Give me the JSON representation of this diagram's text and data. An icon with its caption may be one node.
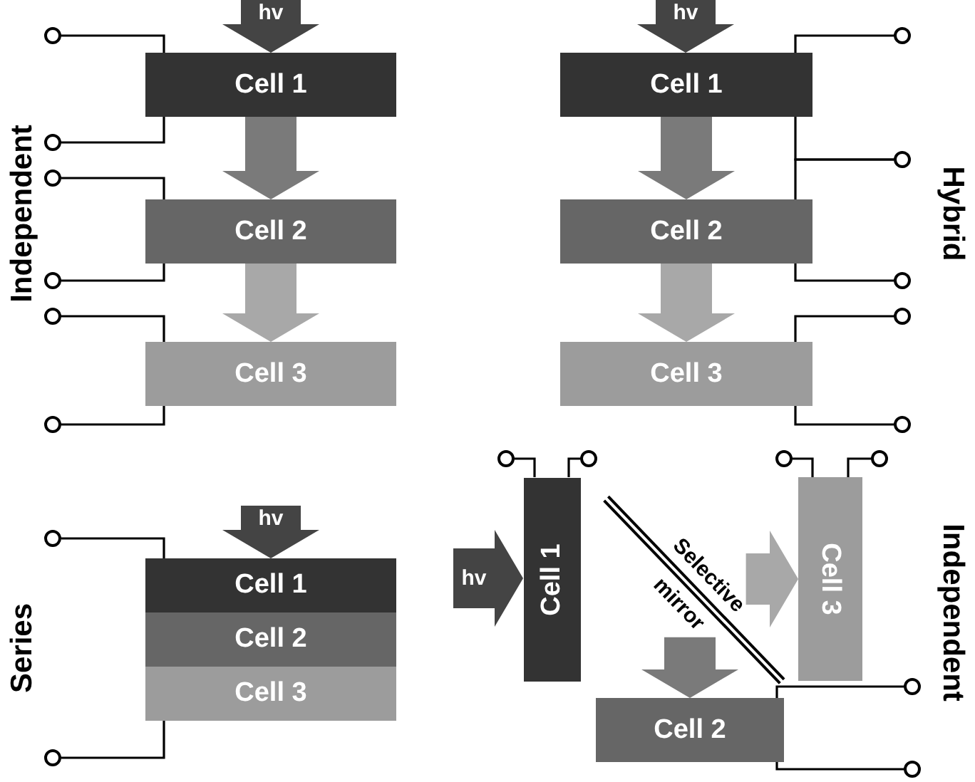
{
  "diagram": {
    "nodes": [
      {
        "text": [
          "Cell 1"
        ]
      },
      {
        "text": [
          "Cell 2"
        ]
      },
      {
        "text": [
          "Cell 3"
        ]
      },
      {
        "text": [],
        "shape": "circle"
      },
      {
        "text": [],
        "shape": "circle"
      },
      {
        "text": [],
        "shape": "circle"
      },
      {
        "text": [],
        "shape": "circle"
      },
      {
        "text": [],
        "shape": "circle"
      },
      {
        "text": [],
        "shape": "circle"
      },
      {
        "text": [
          "Cell 1"
        ]
      },
      {
        "text": [
          "Cell 2"
        ]
      },
      {
        "text": [
          "Cell 3"
        ]
      },
      {
        "text": [],
        "shape": "circle"
      },
      {
        "text": [],
        "shape": "circle"
      },
      {
        "text": [],
        "shape": "circle"
      },
      {
        "text": [],
        "shape": "circle"
      },
      {
        "text": [],
        "shape": "circle"
      },
      {
        "text": [
          "Cell 1"
        ]
      },
      {
        "text": [
          "Cell 2"
        ]
      },
      {
        "text": [
          "Cell 3"
        ]
      },
      {
        "text": [],
        "shape": "circle"
      },
      {
        "text": [],
        "shape": "circle"
      },
      {
        "text": [
          "Cell 1"
        ]
      },
      {
        "text": [
          "Selective",
          "mirror"
        ]
      },
      {
        "text": [
          "Cell 3"
        ]
      },
      {
        "text": [
          "Cell 2"
        ]
      },
      {
        "text": [],
        "shape": "circle"
      },
      {
        "text": [],
        "shape": "circle"
      },
      {
        "text": [],
        "shape": "circle"
      },
      {
        "text": [],
        "shape": "circle"
      },
      {
        "text": [],
        "shape": "circle"
      },
      {
        "text": [],
        "shape": "circle"
      }
    ],
    "edges": [
      {
        "from": null,
        "to": 0,
        "arrow": "to",
        "label": "hv",
        "style": "thick",
        "color": "#444444"
      },
      {
        "from": 0,
        "to": 1,
        "arrow": "to",
        "style": "thick",
        "color": "#7a7a7a"
      },
      {
        "from": 1,
        "to": 2,
        "arrow": "to",
        "style": "thick",
        "color": "#a8a8a8"
      },
      {
        "from": 0,
        "to": 3,
        "arrow": "none"
      },
      {
        "from": 0,
        "to": 4,
        "arrow": "none"
      },
      {
        "from": 1,
        "to": 5,
        "arrow": "none"
      },
      {
        "from": 1,
        "to": 6,
        "arrow": "none"
      },
      {
        "from": 2,
        "to": 7,
        "arrow": "none"
      },
      {
        "from": 2,
        "to": 8,
        "arrow": "none"
      },
      {
        "from": null,
        "to": 9,
        "arrow": "to",
        "label": "hv",
        "style": "thick",
        "color": "#444444"
      },
      {
        "from": 9,
        "to": 10,
        "arrow": "to",
        "style": "thick",
        "color": "#7a7a7a"
      },
      {
        "from": 10,
        "to": 11,
        "arrow": "to",
        "style": "thick",
        "color": "#a8a8a8"
      },
      {
        "from": 9,
        "to": 12,
        "arrow": "none"
      },
      {
        "from": 9,
        "to": 13,
        "arrow": "none"
      },
      {
        "from": 10,
        "to": 13,
        "arrow": "none"
      },
      {
        "from": 10,
        "to": 14,
        "arrow": "none"
      },
      {
        "from": 11,
        "to": 15,
        "arrow": "none"
      },
      {
        "from": 11,
        "to": 16,
        "arrow": "none"
      },
      {
        "from": null,
        "to": 17,
        "arrow": "to",
        "label": "hv",
        "style": "thick",
        "color": "#444444"
      },
      {
        "from": 17,
        "to": 20,
        "arrow": "none"
      },
      {
        "from": 19,
        "to": 21,
        "arrow": "none"
      },
      {
        "from": null,
        "to": 22,
        "arrow": "to",
        "label": "hv",
        "style": "thick",
        "color": "#444444"
      },
      {
        "from": 23,
        "to": 24,
        "arrow": "to",
        "style": "thick",
        "color": "#a8a8a8"
      },
      {
        "from": 23,
        "to": 25,
        "arrow": "to",
        "style": "thick",
        "color": "#7a7a7a"
      },
      {
        "from": 22,
        "to": 26,
        "arrow": "none"
      },
      {
        "from": 22,
        "to": 27,
        "arrow": "none"
      },
      {
        "from": 24,
        "to": 28,
        "arrow": "none"
      },
      {
        "from": 24,
        "to": 29,
        "arrow": "none"
      },
      {
        "from": 25,
        "to": 30,
        "arrow": "none"
      },
      {
        "from": 25,
        "to": 31,
        "arrow": "none"
      }
    ],
    "labels": [
      "Independent",
      "Hybrid",
      "Series",
      "Independent"
    ]
  }
}
